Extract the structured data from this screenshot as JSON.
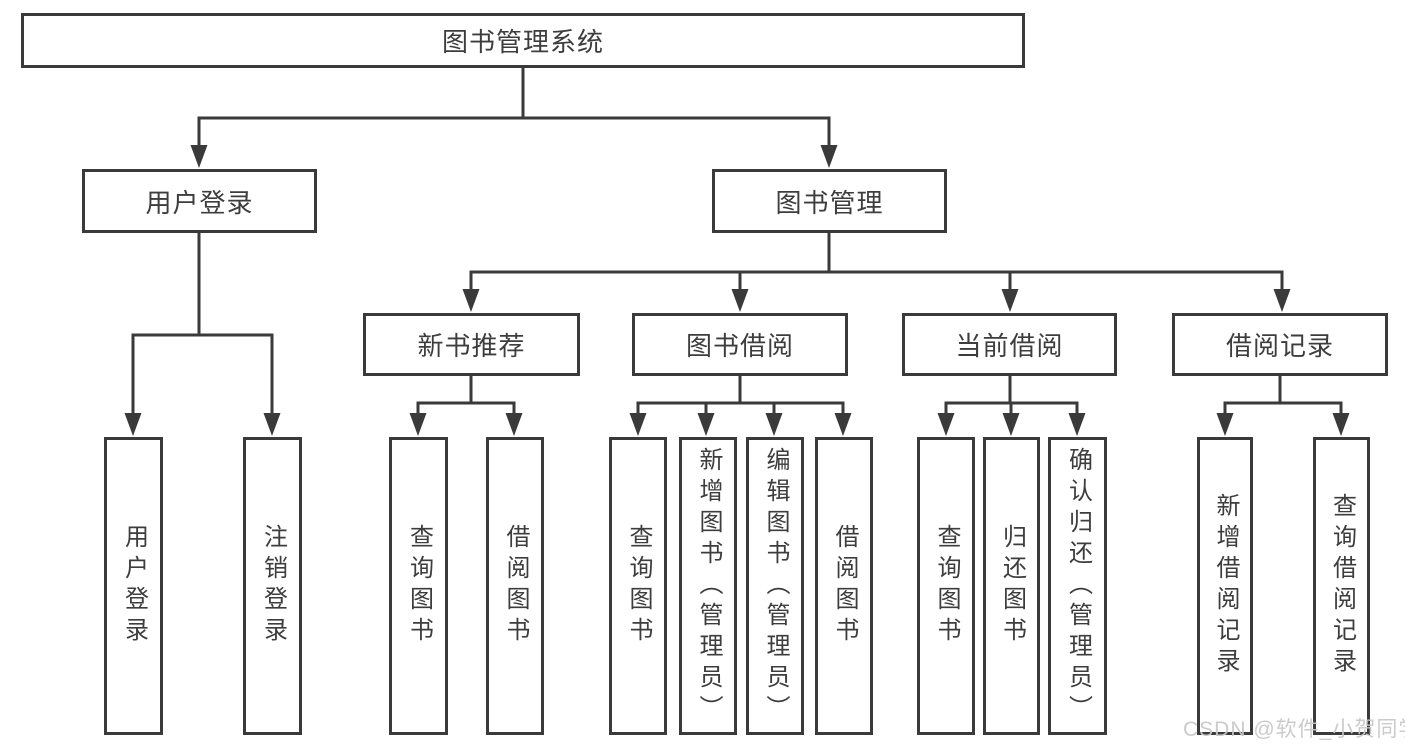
{
  "diagram": {
    "root": "图书管理系统",
    "level2": {
      "user_login": "用户登录",
      "book_management": "图书管理"
    },
    "level3": {
      "new_book_recommend": "新书推荐",
      "book_borrowing": "图书借阅",
      "current_borrowing": "当前借阅",
      "borrowing_records": "借阅记录"
    },
    "leaves": {
      "login_user_login": "用户登录",
      "login_logout": "注销登录",
      "recommend_query_books": "查询图书",
      "recommend_borrow_books": "借阅图书",
      "borrowing_query_books": "查询图书",
      "borrowing_add_books_admin": "新增图书（管理员）",
      "borrowing_edit_books_admin": "编辑图书（管理员）",
      "borrowing_borrow_books": "借阅图书",
      "current_query_books": "查询图书",
      "current_return_books": "归还图书",
      "current_confirm_return_admin": "确认归还（管理员）",
      "records_add_record": "新增借阅记录",
      "records_query_record": "查询借阅记录"
    }
  },
  "watermark": "CSDN @软件_小贺同学",
  "colors": {
    "line": "#3a3a3a",
    "text": "#3d3d3d",
    "background": "#ffffff",
    "watermark": "#c8c8c8"
  }
}
